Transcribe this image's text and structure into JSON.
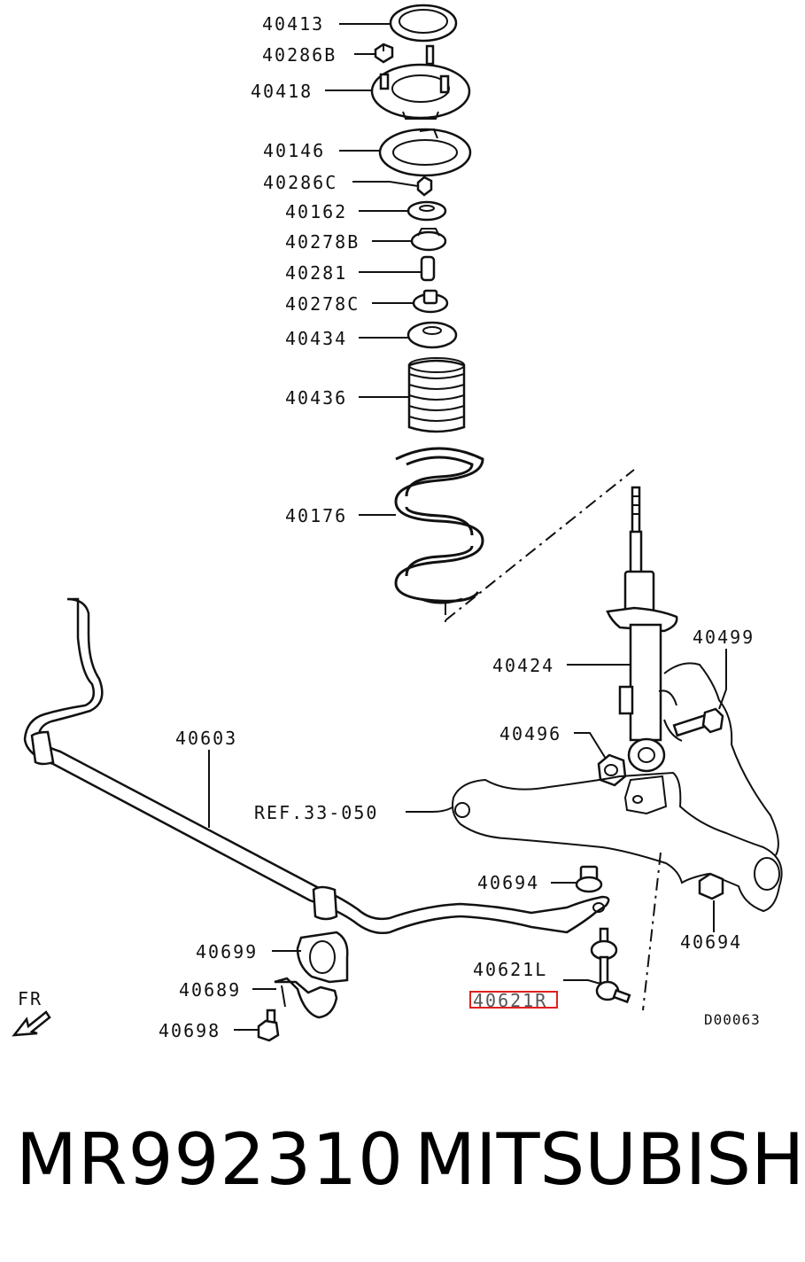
{
  "labels": {
    "p40413": "40413",
    "p40286b": "40286B",
    "p40418": "40418",
    "p40146": "40146",
    "p40286c": "40286C",
    "p40162": "40162",
    "p40278b": "40278B",
    "p40281": "40281",
    "p40278c": "40278C",
    "p40434": "40434",
    "p40436": "40436",
    "p40176": "40176",
    "p40499": "40499",
    "p40424": "40424",
    "p40496": "40496",
    "p40603": "40603",
    "ref": "REF.33-050",
    "p40694a": "40694",
    "p40694b": "40694",
    "p40699": "40699",
    "p40621l": "40621L",
    "p40689": "40689",
    "p40621r": "40621R",
    "p40698": "40698",
    "fr": "FR",
    "diagram_code": "D00063"
  },
  "footer": {
    "part_number": "MR992310",
    "brand": "MITSUBISHI"
  },
  "highlight_color": "#e02020"
}
